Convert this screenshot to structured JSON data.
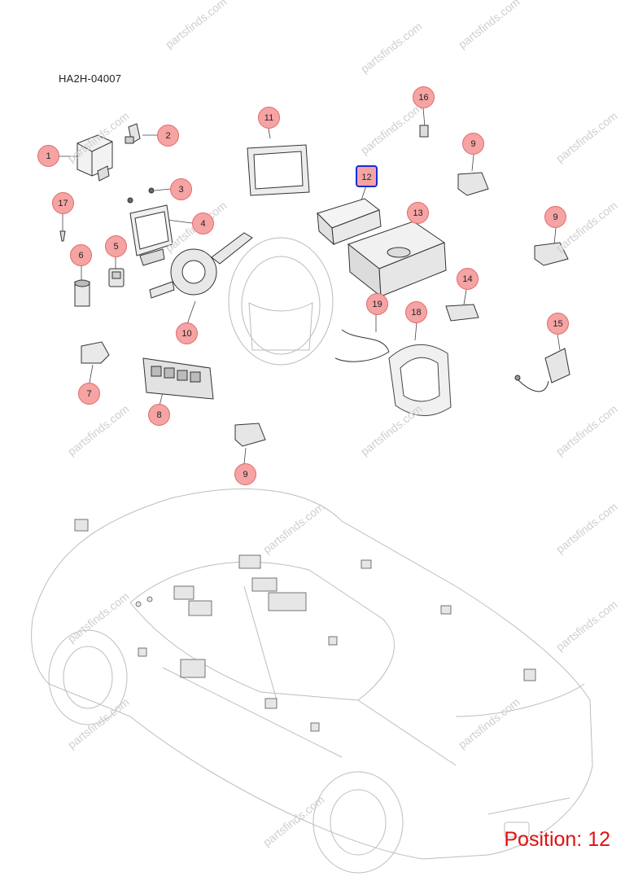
{
  "diagram": {
    "code": "HA2H-04007",
    "position_label": "Position: 12",
    "watermark": "partsfinds.com",
    "accent_color": "#e01010",
    "selected_border_color": "#1a2bd6",
    "callout_fill": "#f5a3a3",
    "callouts": [
      {
        "label": "1"
      },
      {
        "label": "2"
      },
      {
        "label": "3"
      },
      {
        "label": "4"
      },
      {
        "label": "5"
      },
      {
        "label": "6"
      },
      {
        "label": "7"
      },
      {
        "label": "8"
      },
      {
        "label": "9"
      },
      {
        "label": "9"
      },
      {
        "label": "9"
      },
      {
        "label": "10"
      },
      {
        "label": "11"
      },
      {
        "label": "12",
        "selected": true
      },
      {
        "label": "13"
      },
      {
        "label": "14"
      },
      {
        "label": "15"
      },
      {
        "label": "16"
      },
      {
        "label": "17"
      },
      {
        "label": "18"
      },
      {
        "label": "19"
      }
    ]
  }
}
